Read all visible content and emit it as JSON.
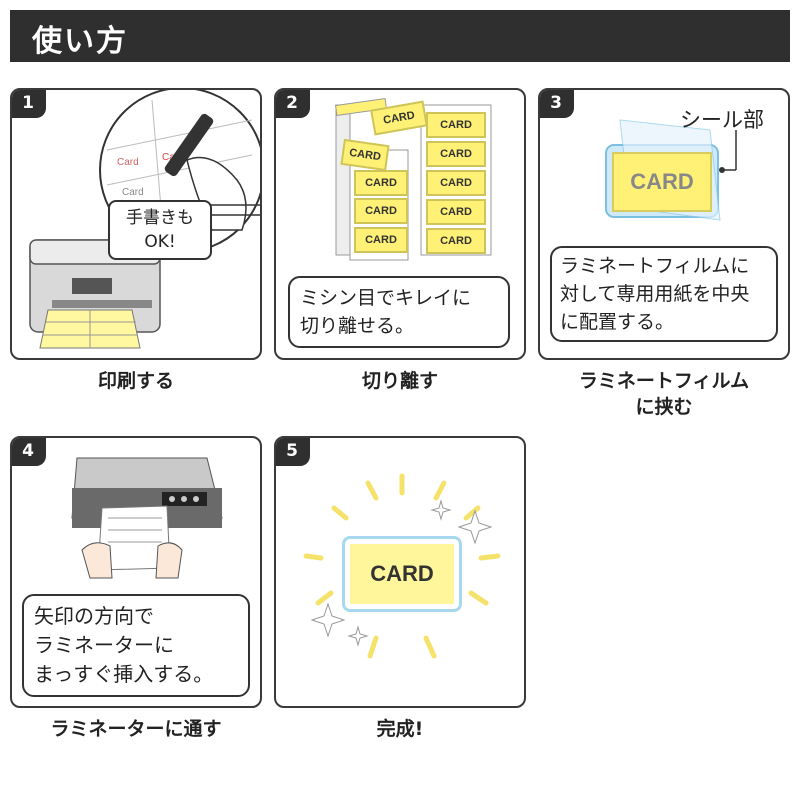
{
  "header": {
    "title": "使い方"
  },
  "card_text": "CARD",
  "colors": {
    "header": "#2f2f2f",
    "card_yellow": "#fff176",
    "laminate_blue": "#a8d8f0"
  },
  "steps": [
    {
      "number": "1",
      "caption": "印刷する",
      "bubble": "手書きも\nOK!"
    },
    {
      "number": "2",
      "caption": "切り離す",
      "bubble": "ミシン目でキレイに\n切り離せる。"
    },
    {
      "number": "3",
      "caption": "ラミネートフィルム\nに挟む",
      "bubble": "ラミネートフィルムに\n対して専用用紙を中央\nに配置する。",
      "label": "シール部"
    },
    {
      "number": "4",
      "caption": "ラミネーターに通す",
      "bubble": "矢印の方向で\nラミネーターに\nまっすぐ挿入する。"
    },
    {
      "number": "5",
      "caption": "完成!"
    }
  ]
}
